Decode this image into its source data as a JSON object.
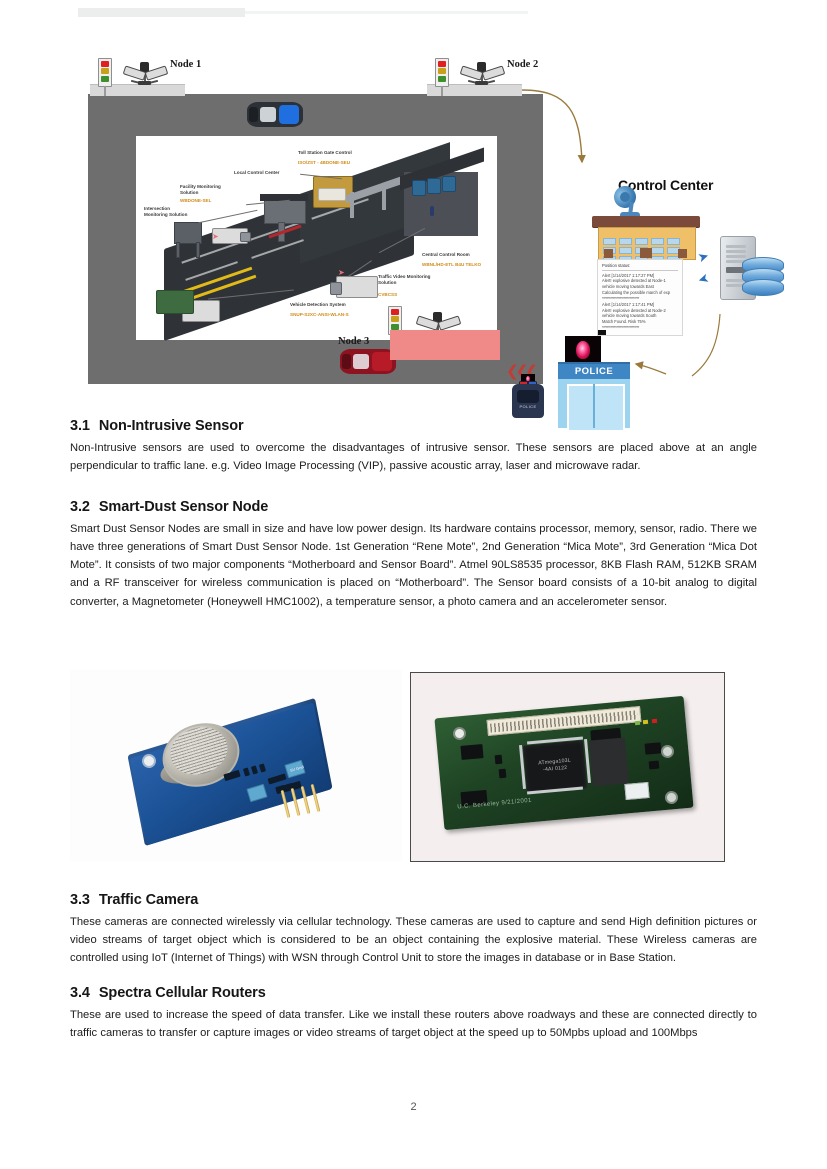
{
  "document": {
    "page_number": "2"
  },
  "figure1": {
    "name": "traffic-monitoring-system-diagram",
    "node1_label": "Node 1",
    "node2_label": "Node 2",
    "node3_label": "Node 3",
    "control_center_title": "Control Center",
    "police_sign": "POLICE",
    "police_car_text": "POLICE",
    "iso_labels": {
      "intersection": "Intersection Monitoring Solution",
      "facility": "Facility Monitoring Solution",
      "facility_sub": "WBDONE-SEL",
      "local_control_center": "Local Control Center",
      "toll_gate": "Toll Station Gate Control",
      "toll_gate_sub": "ISO/ZST - 4BDONE-SEU",
      "central_control_room": "Central Control Room",
      "central_control_room_sub": "WBNL/HD-ETL B4U TELKO",
      "traffic_video": "Traffic Video Monitoring Solution",
      "traffic_video_sub": "CVBCSS",
      "vehicle_detection": "Vehicle Detection System",
      "vehicle_detection_sub": "SNUP-S2XC-ANSI-WLAN-S"
    },
    "alert_panel": {
      "header": "Position status:",
      "lines": [
        "Alert [1/14/2017 1:17:27 PM]",
        "Alert! explosive detected at Node-1",
        "vehicle moving towards East",
        "Calculating the possible march of exp",
        "Alert [1/14/2017 1:17:41 PM]",
        "Alert! explosive detected at Node-2",
        "vehicle moving towards South",
        "Match Found. Risk 75%"
      ],
      "separator": "*******************************"
    }
  },
  "figure2": {
    "left_photo_name": "gas-sensor-module-photo",
    "right_photo_name": "mica-mote-board-photo",
    "mote_chip_line1": "ATmega103L",
    "mote_chip_line2": "-4AI  0122",
    "mote_silkscreen": "U.C. Berkeley 9/21/2001"
  },
  "sections": [
    {
      "number": "3.1",
      "title": "Non-Intrusive Sensor",
      "body": "Non-Intrusive sensors are used to overcome the disadvantages of intrusive sensor. These sensors are placed above at an angle perpendicular to traffic lane. e.g. Video Image Processing (VIP), passive acoustic array, laser and microwave radar."
    },
    {
      "number": "3.2",
      "title": "Smart-Dust Sensor Node",
      "body": "Smart Dust Sensor Nodes are small in size and have low power design. Its hardware contains processor, memory, sensor, radio. There we have three generations of Smart Dust Sensor Node. 1st Generation “Rene Mote”, 2nd Generation “Mica Mote”, 3rd Generation “Mica Dot Mote”. It consists of two major components “Motherboard and Sensor Board”. Atmel 90LS8535 processor, 8KB Flash RAM, 512KB SRAM and a RF transceiver for wireless communication is placed on “Motherboard”. The Sensor board consists of a 10-bit analog to digital converter, a Magnetometer (Honeywell HMC1002), a temperature sensor, a photo camera and an accelerometer sensor."
    },
    {
      "number": "3.3",
      "title": "Traffic Camera",
      "body": "These cameras are connected wirelessly via cellular technology. These cameras are used to capture and send High definition pictures or video streams of target object which is considered to be an object containing the explosive material. These Wireless cameras are controlled using IoT (Internet of Things) with WSN through Control Unit to store the images in database or in Base Station."
    },
    {
      "number": "3.4",
      "title": "Spectra Cellular Routers",
      "body": "These are used to increase the speed of data transfer. Like we install these routers above roadways and these are connected directly to traffic cameras to transfer or capture images or video streams of target object at the speed up to 50Mpbs upload and 100Mbps"
    }
  ],
  "colors": {
    "road": "#6e6e6e",
    "police_sign": "#3f86c4",
    "alert_red": "#f08a88",
    "accent_orange": "#d18b18"
  }
}
